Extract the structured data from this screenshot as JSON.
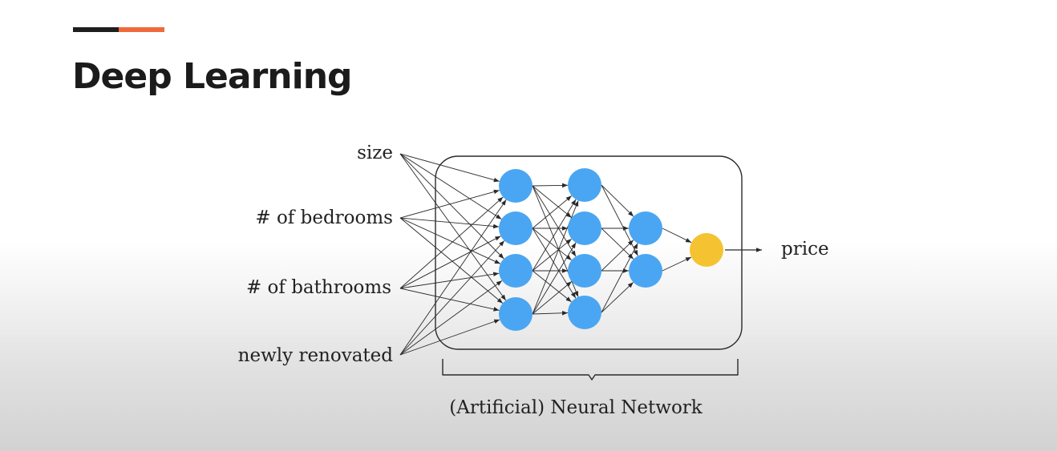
{
  "slide": {
    "title": "Deep Learning"
  },
  "diagram": {
    "inputs": [
      "size",
      "# of bedrooms",
      "# of bathrooms",
      "newly renovated"
    ],
    "output": "price",
    "brace_label": "(Artificial) Neural Network",
    "layers": [
      4,
      4,
      2,
      1
    ],
    "colors": {
      "hidden_node": "#4aa6f2",
      "output_node": "#f5c232",
      "edge": "#2a2a2a",
      "accent_dark": "#1e1e1e",
      "accent_orange": "#ef6a3a"
    }
  }
}
